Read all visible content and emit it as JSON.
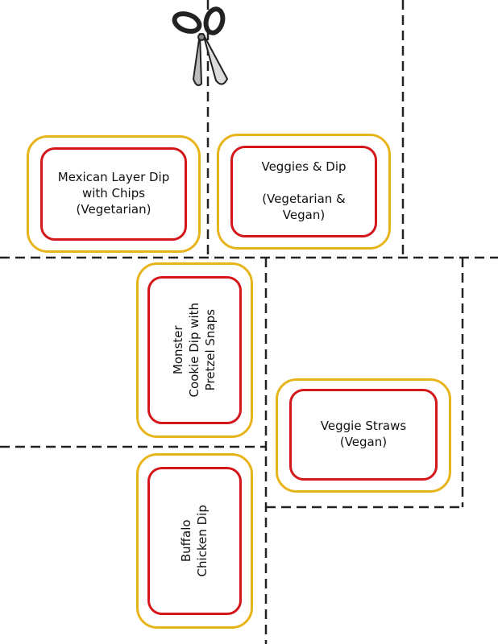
{
  "sheet": {
    "colors": {
      "outer_border": "#e8b41c",
      "inner_border": "#d4171b",
      "cut_line": "#222222"
    },
    "icon": "scissors-icon"
  },
  "cards": {
    "mexican": "Mexican Layer Dip\nwith Chips\n(Vegetarian)",
    "veggies": "Veggies & Dip\n\n(Vegetarian &\nVegan)",
    "monster": "Monster\nCookie Dip with\nPretzel Snaps",
    "straws": "Veggie Straws\n(Vegan)",
    "buffalo": "Buffalo\nChicken Dip"
  }
}
